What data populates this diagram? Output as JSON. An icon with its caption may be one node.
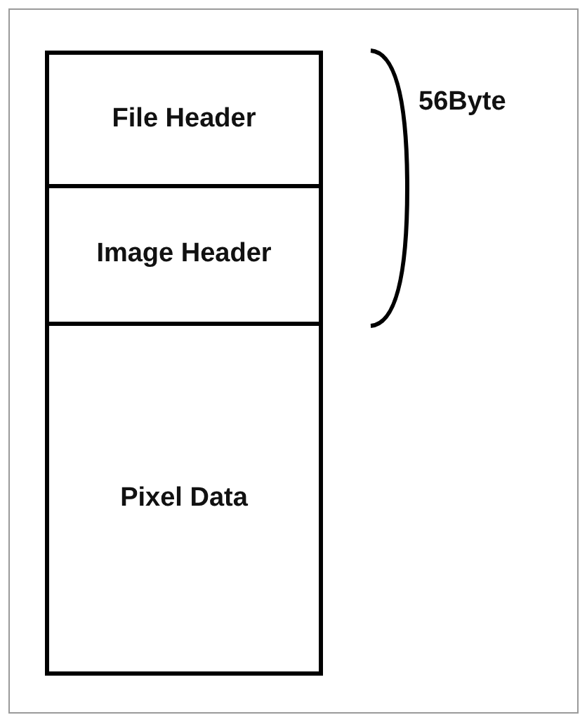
{
  "diagram": {
    "nodes": [
      {
        "text": [
          "File Header"
        ]
      },
      {
        "text": [
          "Image Header"
        ]
      },
      {
        "text": [
          "Pixel Data"
        ]
      }
    ],
    "labels": [
      "56Byte"
    ]
  }
}
